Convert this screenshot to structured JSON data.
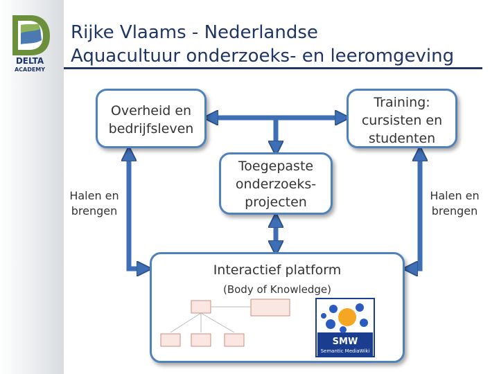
{
  "logo": {
    "line1": "DELTA",
    "line2": "ACADEMY"
  },
  "title": {
    "line1": "Rijke Vlaams - Nederlandse",
    "line2": "Aquacultuur onderzoeks- en leeromgeving"
  },
  "boxes": {
    "government": "Overheid en bedrijfsleven",
    "training": "Training: cursisten en studenten",
    "projects": "Toegepaste onderzoeks-projecten",
    "platform_title": "Interactief platform",
    "platform_sub": "(Body of Knowledge)"
  },
  "side_labels": {
    "left": "Halen en brengen",
    "right": "Halen en brengen"
  },
  "smw": {
    "name": "SMW",
    "caption": "Semantic MediaWiki"
  },
  "colors": {
    "title": "#1f3566",
    "box_border": "#4f81bd",
    "arrow": "#3e6fb5",
    "arrow_outline": "#2d4f87"
  }
}
